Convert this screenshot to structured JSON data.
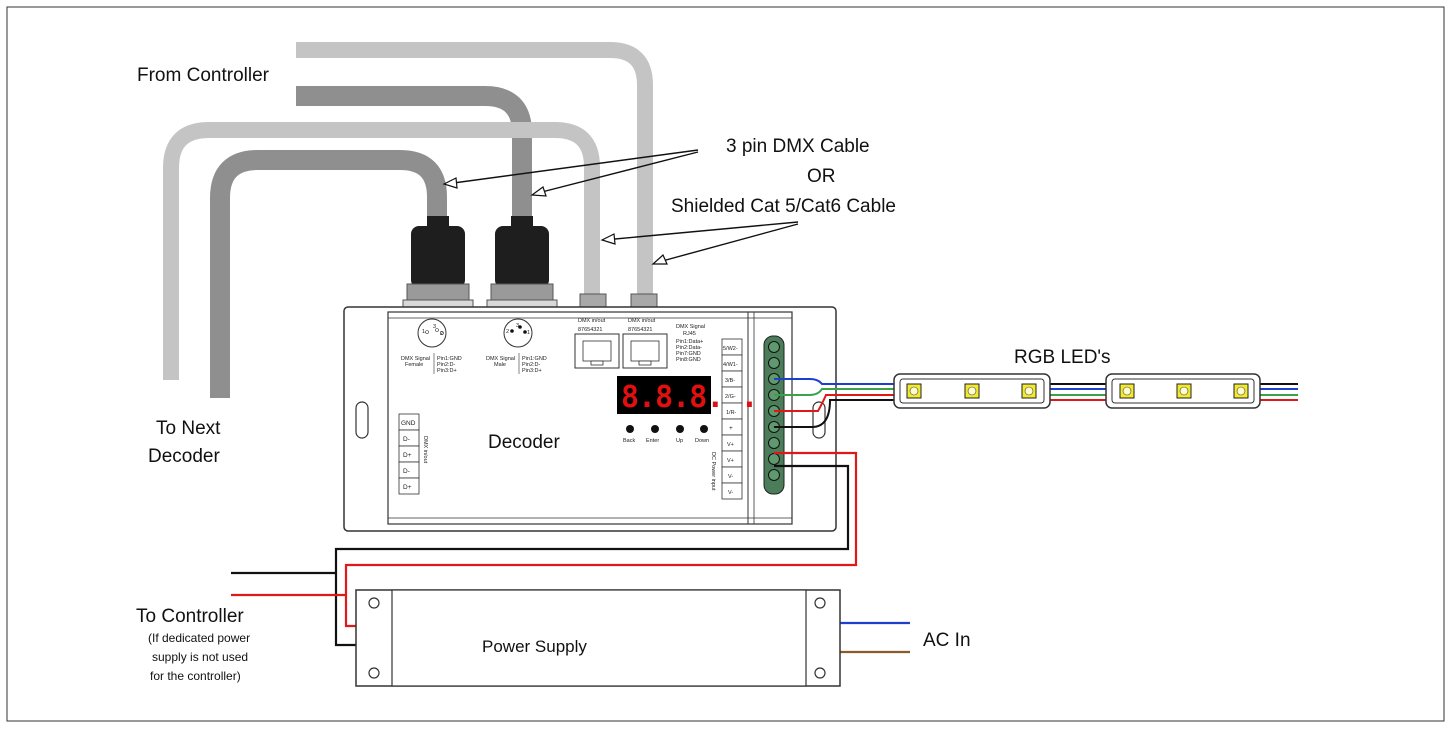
{
  "labels": {
    "from_controller": "From Controller",
    "cable_line1": "3 pin DMX Cable",
    "cable_line2": "OR",
    "cable_line3": "Shielded Cat 5/Cat6 Cable",
    "to_next_line1": "To Next",
    "to_next_line2": "Decoder",
    "decoder": "Decoder",
    "rgb_leds": "RGB LED's",
    "to_controller": "To Controller",
    "note_line1": "(If dedicated power",
    "note_line2": "supply is not used",
    "note_line3": "for the controller)",
    "power_supply": "Power Supply",
    "ac_in": "AC In"
  },
  "decoder_panel": {
    "xlr_female_label": "DMX Signal",
    "xlr_female_sub": "Female",
    "xlr_female_pins": [
      "Pin1:GND",
      "Pin2:D-",
      "Pin3:D+"
    ],
    "xlr_male_label": "DMX Signal",
    "xlr_male_sub": "Male",
    "xlr_male_pins": [
      "Pin1:GND",
      "Pin2:D-",
      "Pin3:D+"
    ],
    "rj45_1_label": "DMX in/out",
    "rj45_1_pins": "87654321",
    "rj45_2_label": "DMX in/out",
    "rj45_2_pins": "87654321",
    "rj45_info_title": "DMX Signal",
    "rj45_info_sub": "RJ45",
    "rj45_info_pins": [
      "Pin1:Data+",
      "Pin2:Data-",
      "Pin7:GND",
      "Pin8:GND"
    ],
    "display": "8.8.8.8.",
    "buttons": [
      "Back",
      "Enter",
      "Up",
      "Down"
    ],
    "dmx_terminals": [
      "GND",
      "D-",
      "D+",
      "D-",
      "D+"
    ],
    "dmx_inout_label": "DMX in/out",
    "output_terminals": [
      "5/W2-",
      "4/W1-",
      "3/B-",
      "2/G-",
      "1/R-",
      "+",
      "V+",
      "V+",
      "V-",
      "V-"
    ],
    "dc_power_label": "DC Power input"
  },
  "colors": {
    "cable_light": "#bdbdbd",
    "cable_dark": "#8a8a8a",
    "plug": "#1e1e1e",
    "wire_red": "#e01818",
    "wire_black": "#111111",
    "wire_blue": "#1c3fd0",
    "wire_green": "#3aa34a",
    "wire_brown": "#8b5a2b",
    "led": "#f2ea2c",
    "terminal_block": "#4b7d5a"
  }
}
